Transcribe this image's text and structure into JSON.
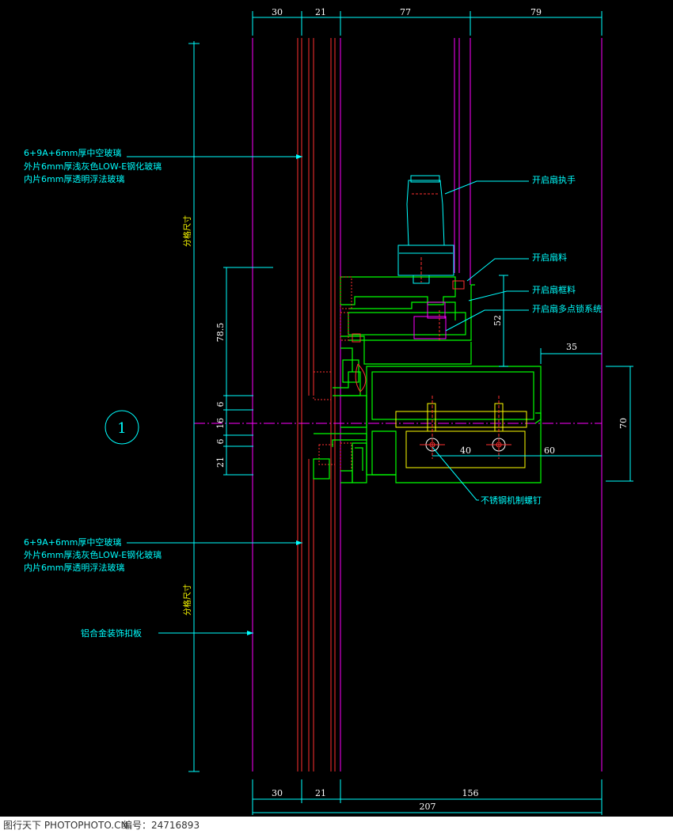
{
  "dimensions": {
    "top": [
      "30",
      "21",
      "77",
      "79"
    ],
    "bottom": [
      "30",
      "21",
      "156"
    ],
    "total": "207",
    "left_vertical": [
      "78.5",
      "6",
      "16",
      "6",
      "21"
    ],
    "right_52": "52",
    "right_35": "35",
    "right_70": "70",
    "inner_40": "40",
    "inner_60": "60"
  },
  "labels": {
    "glass_top": [
      "6+9A+6mm厚中空玻璃",
      "外片6mm厚浅灰色LOW-E钢化玻璃",
      "内片6mm厚透明浮法玻璃"
    ],
    "glass_bottom": [
      "6+9A+6mm厚中空玻璃",
      "外片6mm厚浅灰色LOW-E钢化玻璃",
      "内片6mm厚透明浮法玻璃"
    ],
    "grid_size_top": "分格尺寸",
    "grid_size_bottom": "分格尺寸",
    "handle": "开启扇执手",
    "sash_profile": "开启扇料",
    "sash_frame": "开启扇框料",
    "lock_system": "开启扇多点锁系统",
    "screw": "不锈钢机制螺钉",
    "trim_plate": "铝合金装饰扣板",
    "detail_number": "1"
  },
  "footer": {
    "brand": "图行天下 PHOTOPHOTO.CN",
    "number": "编号：24716893"
  },
  "colors": {
    "background": "#000000",
    "cyan": "#00ffff",
    "green": "#00ff00",
    "red": "#ff2020",
    "magenta": "#ff00ff",
    "yellow": "#ffff00",
    "white": "#ffffff"
  }
}
